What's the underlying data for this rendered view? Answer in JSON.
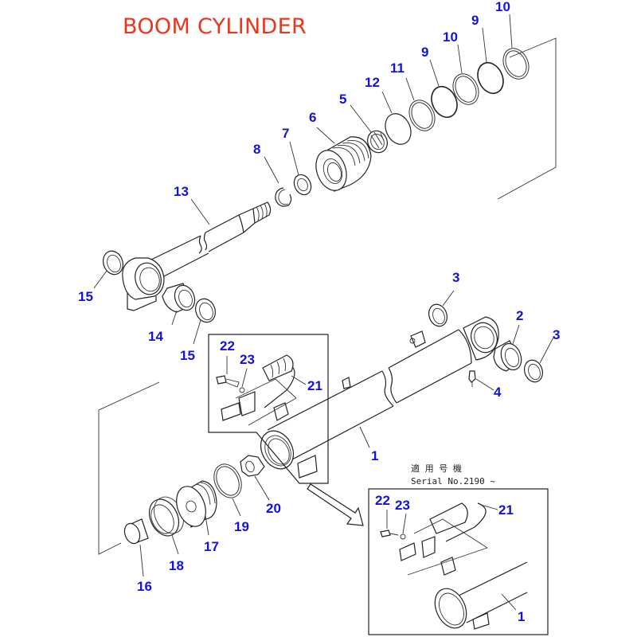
{
  "title": "BOOM CYLINDER",
  "colors": {
    "title": "#e8371e",
    "labels": "#1212d8",
    "lines": "#222222"
  },
  "serial_note": {
    "jp": "適 用 号 機",
    "en": "Serial No.2190 ~"
  },
  "parts": [
    {
      "id": "p1a",
      "number": "1",
      "name": "cylinder-tube"
    },
    {
      "id": "p1b",
      "number": "1",
      "name": "cylinder-tube-detail"
    },
    {
      "id": "p2",
      "number": "2",
      "name": "bushing"
    },
    {
      "id": "p3a",
      "number": "3",
      "name": "dust-seal"
    },
    {
      "id": "p3b",
      "number": "3",
      "name": "dust-seal"
    },
    {
      "id": "p4",
      "number": "4",
      "name": "grease-fitting"
    },
    {
      "id": "p5",
      "number": "5",
      "name": "cylinder-head"
    },
    {
      "id": "p6",
      "number": "6",
      "name": "bushing"
    },
    {
      "id": "p7",
      "number": "7",
      "name": "snap-ring-seal"
    },
    {
      "id": "p8",
      "number": "8",
      "name": "snap-ring"
    },
    {
      "id": "p9a",
      "number": "9",
      "name": "o-ring"
    },
    {
      "id": "p9b",
      "number": "9",
      "name": "o-ring"
    },
    {
      "id": "p10a",
      "number": "10",
      "name": "backup-ring"
    },
    {
      "id": "p10b",
      "number": "10",
      "name": "backup-ring"
    },
    {
      "id": "p11",
      "number": "11",
      "name": "ring"
    },
    {
      "id": "p12",
      "number": "12",
      "name": "o-ring"
    },
    {
      "id": "p13",
      "number": "13",
      "name": "piston-rod"
    },
    {
      "id": "p14",
      "number": "14",
      "name": "bushing"
    },
    {
      "id": "p15a",
      "number": "15",
      "name": "dust-seal"
    },
    {
      "id": "p15b",
      "number": "15",
      "name": "dust-seal"
    },
    {
      "id": "p16",
      "number": "16",
      "name": "collar"
    },
    {
      "id": "p17",
      "number": "17",
      "name": "piston"
    },
    {
      "id": "p18",
      "number": "18",
      "name": "piston-ring"
    },
    {
      "id": "p19",
      "number": "19",
      "name": "wear-ring"
    },
    {
      "id": "p20",
      "number": "20",
      "name": "nut"
    },
    {
      "id": "p21a",
      "number": "21",
      "name": "hose"
    },
    {
      "id": "p21b",
      "number": "21",
      "name": "hose-detail"
    },
    {
      "id": "p22a",
      "number": "22",
      "name": "bolt"
    },
    {
      "id": "p22b",
      "number": "22",
      "name": "bolt-detail"
    },
    {
      "id": "p23a",
      "number": "23",
      "name": "washer"
    },
    {
      "id": "p23b",
      "number": "23",
      "name": "washer-detail"
    }
  ]
}
